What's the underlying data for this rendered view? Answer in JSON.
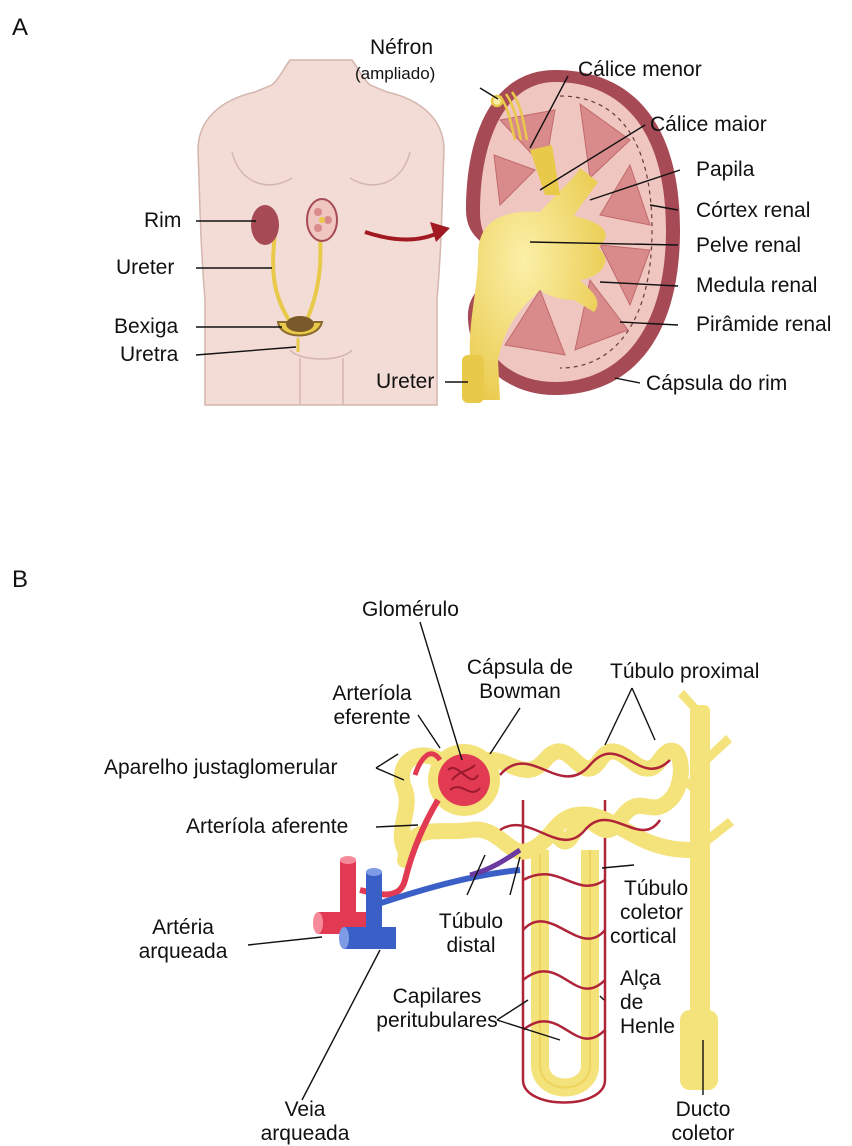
{
  "panelA": {
    "letter": "A",
    "labels": {
      "nefron": "Néfron",
      "ampliado": "(ampliado)",
      "calice_menor": "Cálice menor",
      "calice_maior": "Cálice maior",
      "papila": "Papila",
      "cortex": "Córtex renal",
      "pelve": "Pelve renal",
      "medula": "Medula renal",
      "piramide": "Pirâmide renal",
      "capsula": "Cápsula do rim",
      "ureter_kidney": "Ureter",
      "rim": "Rim",
      "ureter_body": "Ureter",
      "bexiga": "Bexiga",
      "uretra": "Uretra"
    }
  },
  "panelB": {
    "letter": "B",
    "labels": {
      "glomerulo": "Glomérulo",
      "capsula_bowman_1": "Cápsula de",
      "capsula_bowman_2": "Bowman",
      "tubulo_proximal": "Túbulo proximal",
      "arteriola_eferente_1": "Arteríola",
      "arteriola_eferente_2": "eferente",
      "aparelho": "Aparelho justaglomerular",
      "arteriola_aferente": "Arteríola aferente",
      "arteria_1": "Artéria",
      "arteria_2": "arqueada",
      "tubulo_distal_1": "Túbulo",
      "tubulo_distal_2": "distal",
      "tubulo_coletor_1": "Túbulo",
      "tubulo_coletor_2": "coletor",
      "tubulo_coletor_3": "cortical",
      "alca_1": "Alça",
      "alca_2": "de",
      "alca_3": "Henle",
      "capilares_1": "Capilares",
      "capilares_2": "peritubulares",
      "veia_1": "Veia",
      "veia_2": "arqueada",
      "ducto_1": "Ducto",
      "ducto_2": "coletor"
    }
  },
  "colors": {
    "skin": "#f3dcd6",
    "kidney_dark": "#a64a55",
    "kidney_cortex": "#f0c6c0",
    "pyramid": "#d98a8a",
    "yellow": "#f4e27a",
    "artery": "#e23a52",
    "vein": "#3a5fc6",
    "capillary": "#b0243a",
    "arrow": "#a11a22"
  }
}
